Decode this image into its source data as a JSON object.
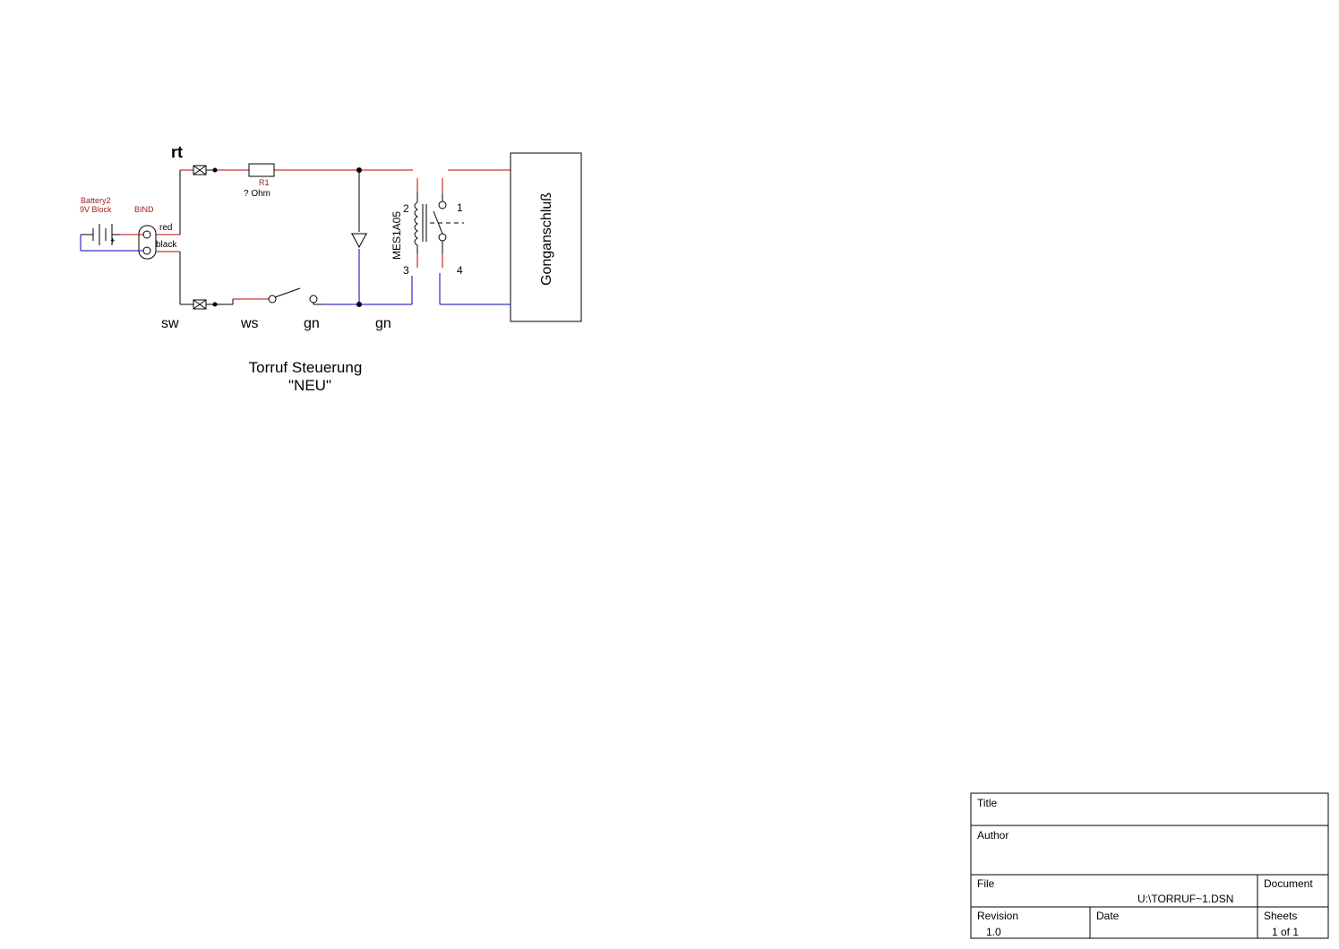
{
  "diagram": {
    "wire_labels": {
      "top": "rt",
      "bottom_left": "sw",
      "switch_left": "ws",
      "switch_right": "gn",
      "right": "gn"
    },
    "battery": {
      "ref": "Battery2",
      "value": "9V Block",
      "plus": "+"
    },
    "connector": {
      "ref": "BIND",
      "pin_red": "red",
      "pin_black": "black"
    },
    "resistor": {
      "ref": "R1",
      "value": "? Ohm"
    },
    "relay": {
      "part": "MES1A05",
      "pin1": "1",
      "pin2": "2",
      "pin3": "3",
      "pin4": "4"
    },
    "box_label": "Gonganschluß",
    "caption_line1": "Torruf Steuerung",
    "caption_line2": "\"NEU\"",
    "colors": {
      "red_wire": "#c00000",
      "blue_wire": "#0000c8",
      "ink": "#000000"
    }
  },
  "title_block": {
    "title_label": "Title",
    "author_label": "Author",
    "file_label": "File",
    "file_value": "U:\\TORRUF~1.DSN",
    "document_label": "Document",
    "revision_label": "Revision",
    "revision_value": "1.0",
    "date_label": "Date",
    "sheets_label": "Sheets",
    "sheets_value": "1 of 1"
  }
}
